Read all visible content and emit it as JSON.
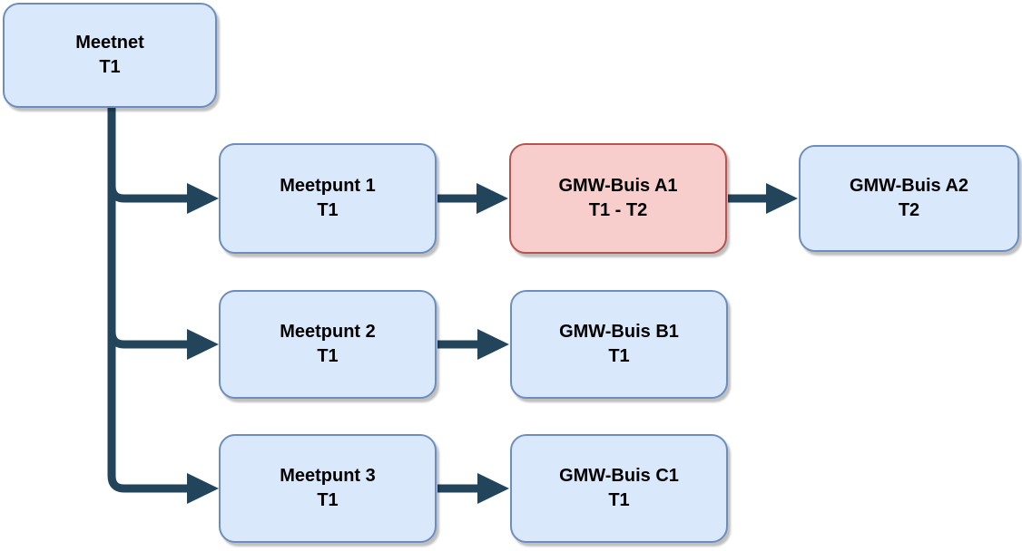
{
  "diagram": {
    "type": "flowchart",
    "colors": {
      "node_fill": "#dae8fc",
      "node_border": "#6c8ebf",
      "highlight_fill": "#f8cecc",
      "highlight_border": "#b85450",
      "edge": "#23455c",
      "text": "#000000",
      "background": "#ffffff"
    },
    "nodes": {
      "meetnet": {
        "title": "Meetnet",
        "subtitle": "T1",
        "style": "default"
      },
      "meetpunt1": {
        "title": "Meetpunt 1",
        "subtitle": "T1",
        "style": "default"
      },
      "gmw_a1": {
        "title": "GMW-Buis A1",
        "subtitle": "T1 - T2",
        "style": "highlight"
      },
      "gmw_a2": {
        "title": "GMW-Buis A2",
        "subtitle": "T2",
        "style": "default"
      },
      "meetpunt2": {
        "title": "Meetpunt 2",
        "subtitle": "T1",
        "style": "default"
      },
      "gmw_b1": {
        "title": "GMW-Buis B1",
        "subtitle": "T1",
        "style": "default"
      },
      "meetpunt3": {
        "title": "Meetpunt 3",
        "subtitle": "T1",
        "style": "default"
      },
      "gmw_c1": {
        "title": "GMW-Buis C1",
        "subtitle": "T1",
        "style": "default"
      }
    },
    "edges": [
      {
        "from": "meetnet",
        "to": "meetpunt1",
        "arrow": true
      },
      {
        "from": "meetnet",
        "to": "meetpunt2",
        "arrow": true
      },
      {
        "from": "meetnet",
        "to": "meetpunt3",
        "arrow": true
      },
      {
        "from": "meetpunt1",
        "to": "gmw_a1",
        "arrow": true
      },
      {
        "from": "gmw_a1",
        "to": "gmw_a2",
        "arrow": true
      },
      {
        "from": "meetpunt2",
        "to": "gmw_b1",
        "arrow": true
      },
      {
        "from": "meetpunt3",
        "to": "gmw_c1",
        "arrow": true
      }
    ]
  }
}
